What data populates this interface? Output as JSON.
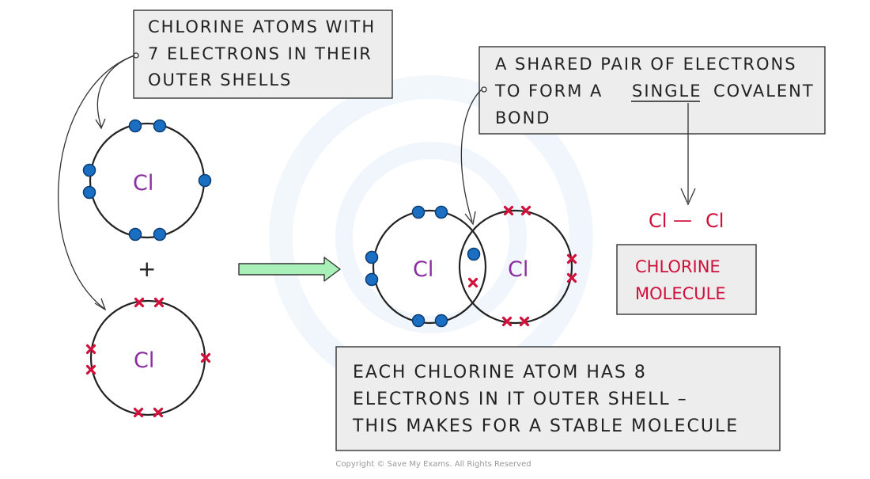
{
  "notes": {
    "chlorine_atoms": [
      "CHLORINE  ATOMS  WITH",
      "7  ELECTRONS  IN  THEIR",
      "OUTER  SHELLS"
    ],
    "shared_pair": [
      "A  SHARED  PAIR  OF  ELECTRONS",
      "TO  FORM  A",
      "SINGLE",
      "COVALENT",
      "BOND"
    ],
    "each_atom": [
      "EACH  CHLORINE  ATOM  HAS  8",
      "ELECTRONS   IN  IT  OUTER  SHELL –",
      "THIS  MAKES  FOR  A  STABLE  MOLECULE"
    ]
  },
  "atoms": {
    "symbol": "Cl",
    "plus": "+"
  },
  "molecule": {
    "formula_left": "Cl",
    "bond_dash": "—",
    "formula_right": "Cl",
    "label_line1": "CHLORINE",
    "label_line2": "MOLECULE"
  },
  "footer": {
    "copyright": "Copyright © Save My Exams. All Rights Reserved"
  },
  "colors": {
    "electron_blue": "#1a6fc2",
    "electron_red": "#d0103a",
    "element_purple": "#8b2fa0",
    "box_fill": "#ededed",
    "arrow_green": "#a8f0b8"
  }
}
